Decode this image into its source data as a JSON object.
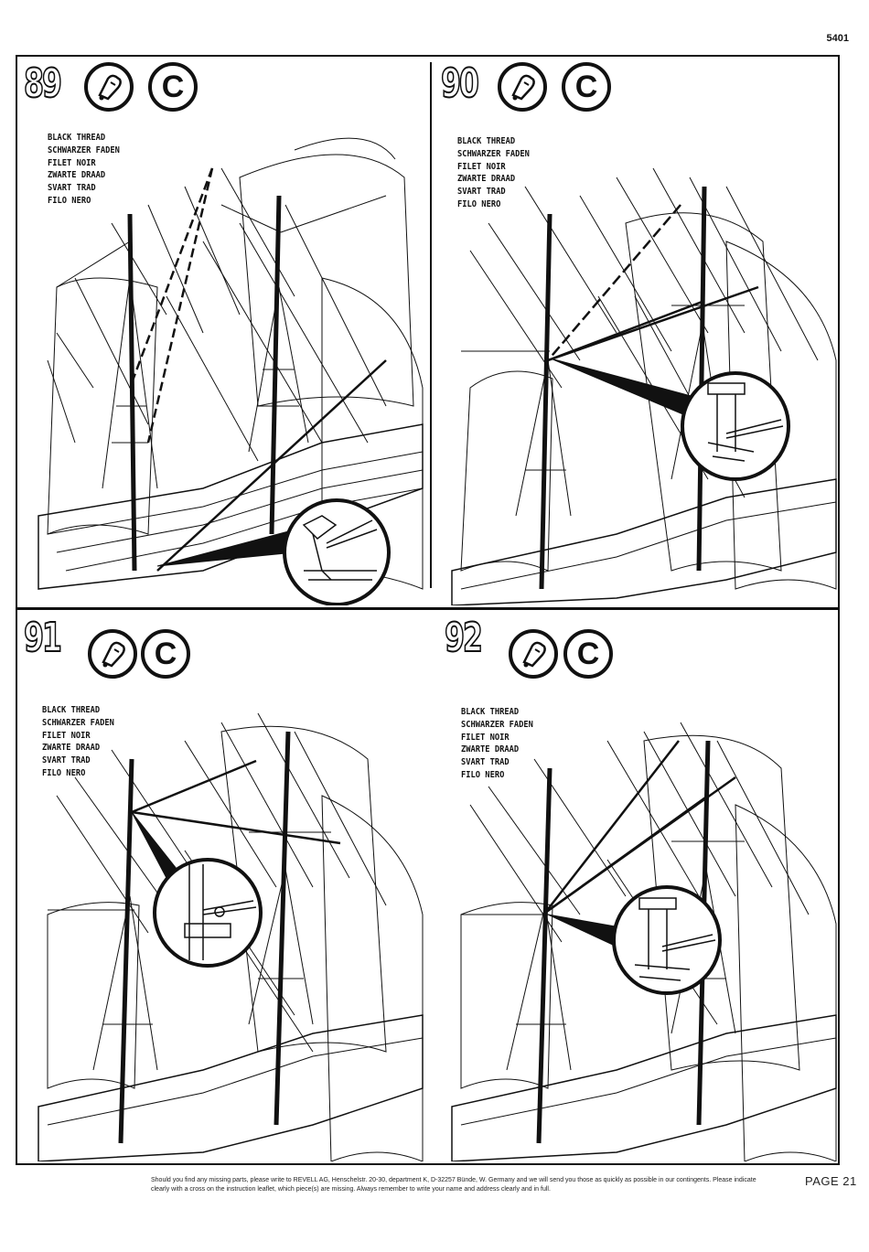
{
  "catalog_number": "5401",
  "thread_labels": [
    "BLACK THREAD",
    "SCHWARZER FADEN",
    "FILET NOIR",
    "ZWARTE DRAAD",
    "SVART TRAD",
    "FILO NERO"
  ],
  "steps": [
    {
      "number": "89",
      "glue_icon": "glue-tube-icon",
      "copyright_symbol": "C"
    },
    {
      "number": "90",
      "glue_icon": "glue-tube-icon",
      "copyright_symbol": "C"
    },
    {
      "number": "91",
      "glue_icon": "glue-tube-icon",
      "copyright_symbol": "C"
    },
    {
      "number": "92",
      "glue_icon": "glue-tube-icon",
      "copyright_symbol": "C"
    }
  ],
  "footer": {
    "text": "Should you find any missing parts, please write to REVELL AG, Henschelstr. 20-30, department K, D-32257 Bünde, W. Germany and we will send you those as quickly as possible in our contingents. Please indicate clearly with a cross on the instruction leaflet, which piece(s) are missing. Always remember to write your name and address clearly and in full."
  },
  "page_label": "PAGE 21",
  "colors": {
    "ink": "#111111",
    "paper": "#ffffff"
  }
}
